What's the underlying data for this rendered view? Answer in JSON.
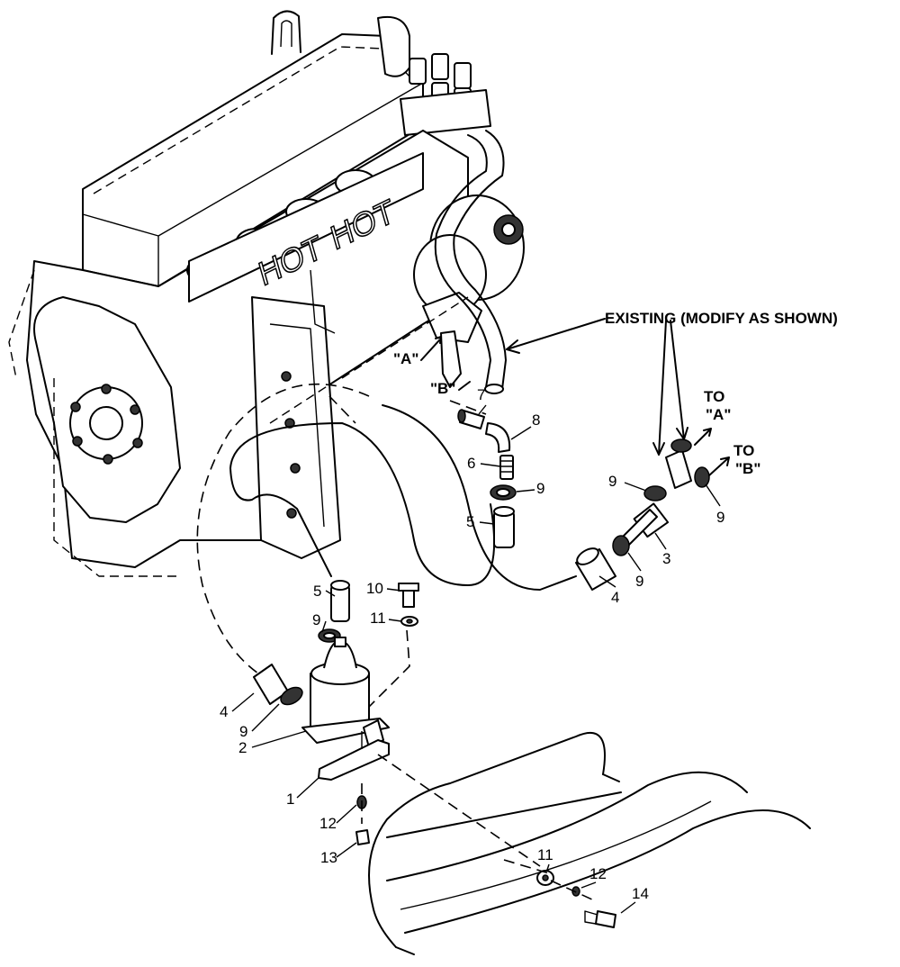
{
  "note": "EXISTING (MODIFY AS SHOWN)",
  "engine_labels": {
    "hot1": "HOT",
    "hot2": "HOT",
    "port_a": "\"A\"",
    "port_b": "\"B\""
  },
  "to_a": {
    "line1": "TO",
    "line2": "\"A\""
  },
  "to_b": {
    "line1": "TO",
    "line2": "\"B\""
  },
  "callouts": {
    "c7": "7",
    "c8": "8",
    "c6": "6",
    "c9a": "9",
    "c5a": "5",
    "c9b": "9",
    "c9c": "9",
    "c3": "3",
    "c9d": "9",
    "c4a": "4",
    "c5b": "5",
    "c10": "10",
    "c9e": "9",
    "c11a": "11",
    "c4b": "4",
    "c9f": "9",
    "c2": "2",
    "c1": "1",
    "c12a": "12",
    "c13": "13",
    "c11b": "11",
    "c12b": "12",
    "c14": "14"
  }
}
